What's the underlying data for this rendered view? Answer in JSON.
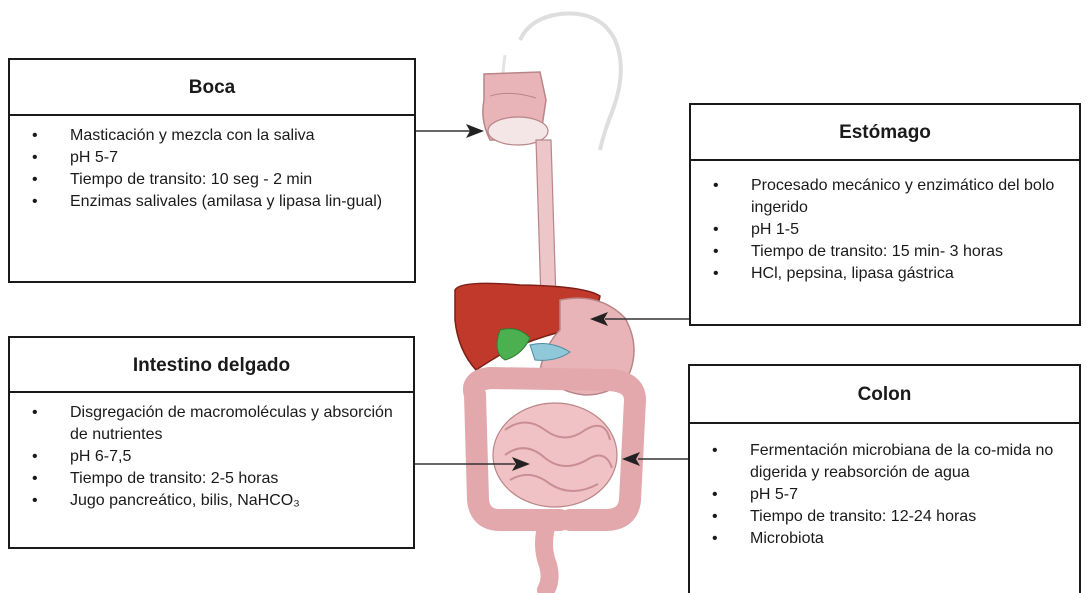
{
  "boca": {
    "title": "Boca",
    "items": [
      "Masticación y mezcla con la saliva",
      "pH 5-7",
      "Tiempo de transito: 10 seg - 2 min",
      "Enzimas salivales (amilasa y lipasa lin-gual)"
    ]
  },
  "estomago": {
    "title": "Estómago",
    "items": [
      "Procesado mecánico y enzimático del bolo ingerido",
      "pH 1-5",
      "Tiempo de transito: 15 min- 3 horas",
      "HCl, pepsina, lipasa gástrica"
    ]
  },
  "intestino": {
    "title": "Intestino delgado",
    "items": [
      "Disgregación de macromoléculas y absorción de nutrientes",
      "pH 6-7,5",
      "Tiempo de transito: 2-5 horas",
      "Jugo pancreático, bilis, NaHCO₃"
    ]
  },
  "colon": {
    "title": "Colon",
    "items": [
      "Fermentación microbiana de la co-mida no digerida y reabsorción de agua",
      "pH 5-7",
      "Tiempo de transito: 12-24 horas",
      "Microbiota"
    ]
  },
  "colors": {
    "tissue": "#e8b4b8",
    "liver": "#c0392b",
    "gallbladder": "#4caf50",
    "border": "#1a1a1a"
  }
}
